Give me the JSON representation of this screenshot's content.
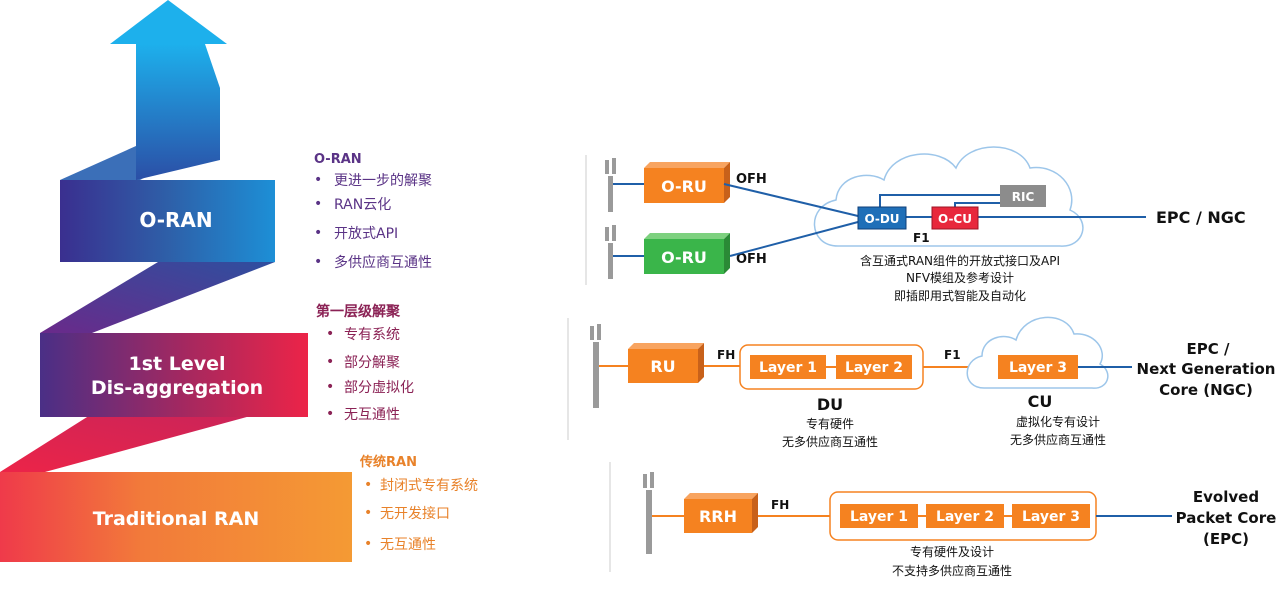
{
  "colors": {
    "oran_blue": "#2e5fa8",
    "arrow_cyan": "#1db0ec",
    "level1_purple": "#5b2b8a",
    "level1_red": "#e8244d",
    "trad_orange": "#f28a32",
    "block_orange": "#f58220",
    "block_green": "#3ab54a",
    "du_blue": "#1f6fb8",
    "cu_red": "#e8283c",
    "ric_gray": "#8c8c8c",
    "link_blue": "#1f5fa8",
    "link_orange": "#f58220",
    "text_purple": "#5a3386",
    "text_maroon": "#8b2255",
    "text_orange": "#e8822a"
  },
  "staircase": {
    "oran_label": "O-RAN",
    "level1_line1": "1st Level",
    "level1_line2": "Dis-aggregation",
    "trad_label": "Traditional RAN"
  },
  "oran_list": {
    "heading": "O-RAN",
    "items": [
      "更进一步的解聚",
      "RAN云化",
      "开放式API",
      "多供应商互通性"
    ]
  },
  "level1_list": {
    "heading": "第一层级解聚",
    "items": [
      "专有系统",
      "部分解聚",
      "部分虚拟化",
      "无互通性"
    ]
  },
  "trad_list": {
    "heading": "传统RAN",
    "items": [
      "封闭式专有系统",
      "无开发接口",
      "无互通性"
    ]
  },
  "diagram_oran": {
    "oru_top": "O-RU",
    "oru_bottom": "O-RU",
    "ofh_top": "OFH",
    "ofh_bottom": "OFH",
    "odu": "O-DU",
    "ocu": "O-CU",
    "ric": "RIC",
    "f1": "F1",
    "core": "EPC / NGC",
    "caption": [
      "含互通式RAN组件的开放式接口及API",
      "NFV模组及参考设计",
      "即插即用式智能及自动化"
    ]
  },
  "diagram_level1": {
    "ru": "RU",
    "fh": "FH",
    "layer1": "Layer 1",
    "layer2": "Layer 2",
    "f1": "F1",
    "layer3": "Layer 3",
    "du_title": "DU",
    "du_caption": [
      "专有硬件",
      "无多供应商互通性"
    ],
    "cu_title": "CU",
    "cu_caption": [
      "虚拟化专有设计",
      "无多供应商互通性"
    ],
    "core": [
      "EPC /",
      "Next Generation",
      "Core (NGC)"
    ]
  },
  "diagram_trad": {
    "rrh": "RRH",
    "fh": "FH",
    "layer1": "Layer 1",
    "layer2": "Layer 2",
    "layer3": "Layer 3",
    "caption": [
      "专有硬件及设计",
      "不支持多供应商互通性"
    ],
    "core": [
      "Evolved",
      "Packet Core",
      "(EPC)"
    ]
  }
}
